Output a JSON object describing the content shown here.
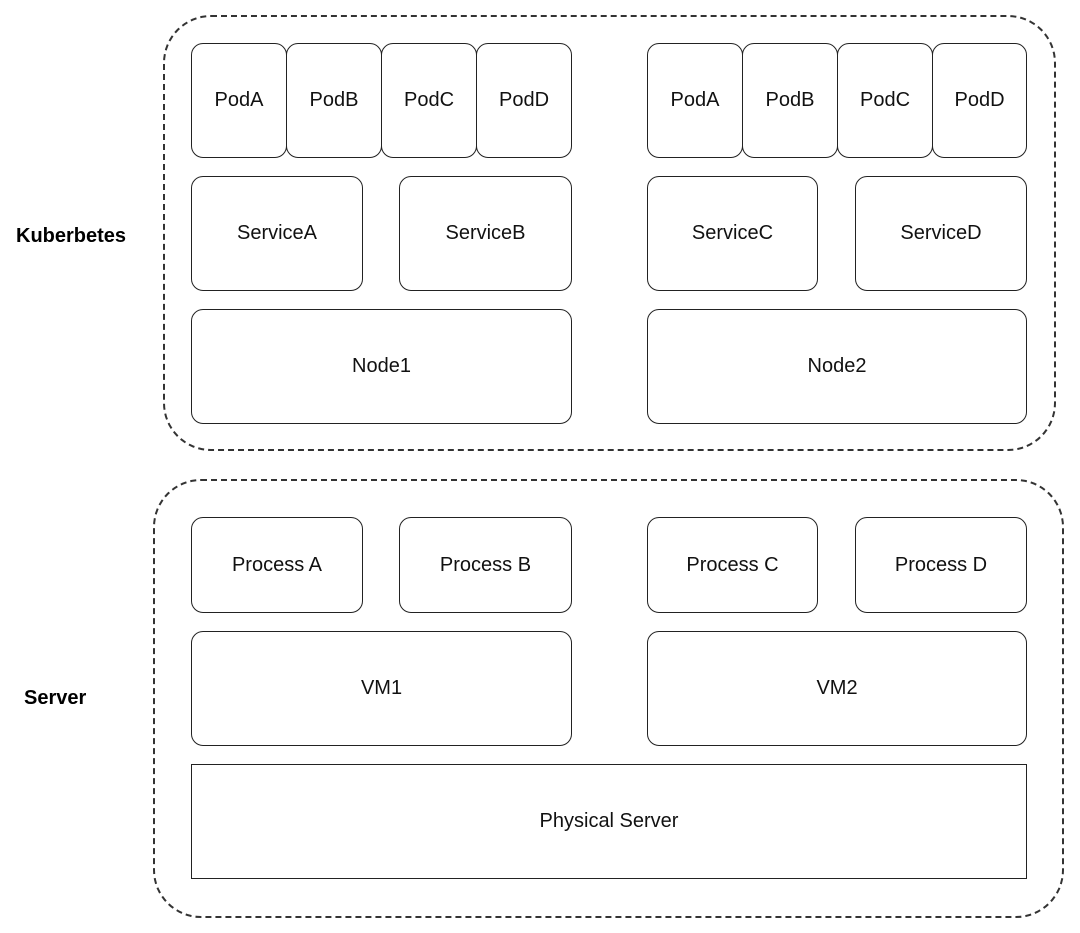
{
  "labels": {
    "kubernetes": "Kuberbetes",
    "server": "Server"
  },
  "kubernetes": {
    "node1": {
      "pods": [
        "PodA",
        "PodB",
        "PodC",
        "PodD"
      ],
      "services": [
        "ServiceA",
        "ServiceB"
      ],
      "node": "Node1"
    },
    "node2": {
      "pods": [
        "PodA",
        "PodB",
        "PodC",
        "PodD"
      ],
      "services": [
        "ServiceC",
        "ServiceD"
      ],
      "node": "Node2"
    }
  },
  "server": {
    "vm1": {
      "processes": [
        "Process A",
        "Process B"
      ],
      "vm": "VM1"
    },
    "vm2": {
      "processes": [
        "Process C",
        "Process D"
      ],
      "vm": "VM2"
    },
    "physical": "Physical Server"
  }
}
